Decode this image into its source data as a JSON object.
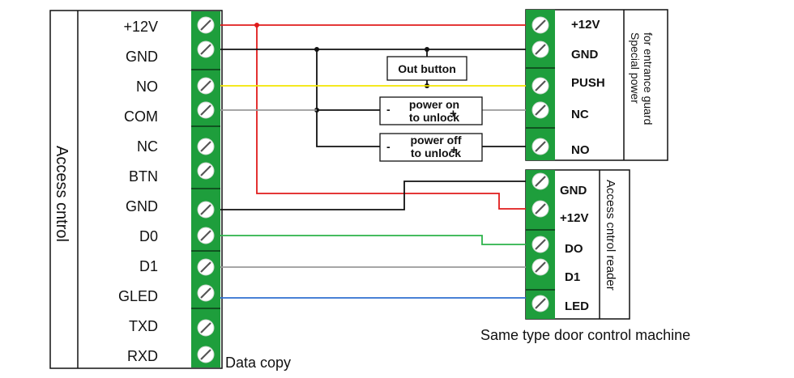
{
  "controller": {
    "title": "Access cntrol",
    "pins": [
      "+12V",
      "GND",
      "NO",
      "COM",
      "NC",
      "BTN",
      "GND",
      "D0",
      "D1",
      "GLED",
      "TXD",
      "RXD"
    ],
    "caption": "Data copy"
  },
  "power_supply": {
    "title_line1": "Special power",
    "title_line2": "for entrance guard",
    "pins": [
      "+12V",
      "GND",
      "PUSH",
      "NC",
      "NO"
    ]
  },
  "reader": {
    "title": "Access cntrol reader",
    "pins": [
      "GND",
      "+12V",
      "DO",
      "D1",
      "LED"
    ],
    "caption": "Same type door control machine"
  },
  "locks": {
    "exit_button": "Out button",
    "lock_on_line1": "power on",
    "lock_on_line2": "to unlock",
    "lock_off_line1": "power off",
    "lock_off_line2": "to unlock",
    "minus": "-",
    "plus": "+"
  },
  "colors": {
    "terminal_green": "#1e9e3c",
    "wire_red": "#e01b1b",
    "wire_black": "#111111",
    "wire_yellow": "#f2e600",
    "wire_gray": "#9a9a9a",
    "wire_green": "#2cb34a",
    "wire_blue": "#2f6fd0"
  }
}
